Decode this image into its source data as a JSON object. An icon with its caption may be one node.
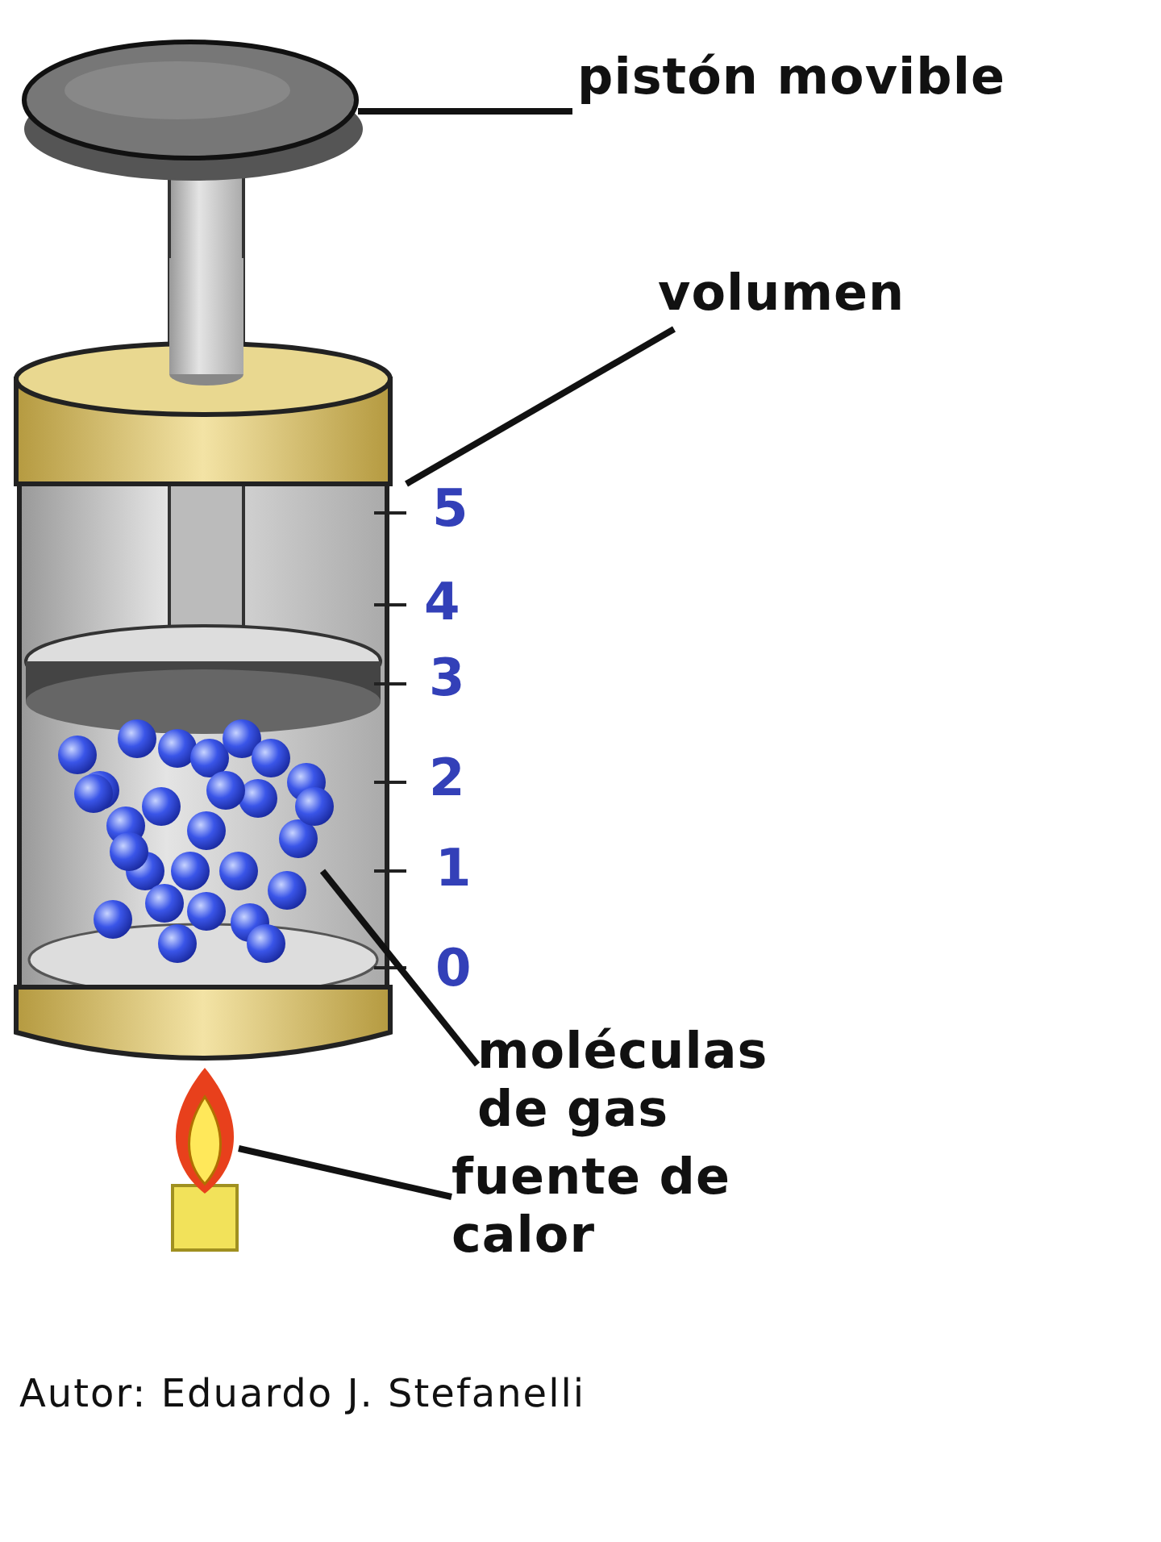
{
  "diagram": {
    "nodes": [
      {
        "text": [
          "pistón movible"
        ]
      },
      {
        "text": [],
        "shape": "picture"
      },
      {
        "text": [
          "volumen"
        ]
      },
      {
        "text": [],
        "shape": "picture"
      },
      {
        "text": [
          "moléculas de gas"
        ]
      },
      {
        "text": [],
        "shape": "picture"
      },
      {
        "text": [
          "fuente de calor"
        ]
      },
      {
        "text": [],
        "shape": "picture"
      }
    ],
    "edges": [
      {
        "from": 0,
        "to": 1,
        "arrow": "none"
      },
      {
        "from": 2,
        "to": 3,
        "arrow": "none"
      },
      {
        "from": 4,
        "to": 5,
        "arrow": "none"
      },
      {
        "from": 6,
        "to": 7,
        "arrow": "none"
      }
    ],
    "labels": [
      "5",
      "4",
      "3",
      "2",
      "1",
      "0",
      "Autor: Eduardo J. Stefanelli"
    ]
  }
}
